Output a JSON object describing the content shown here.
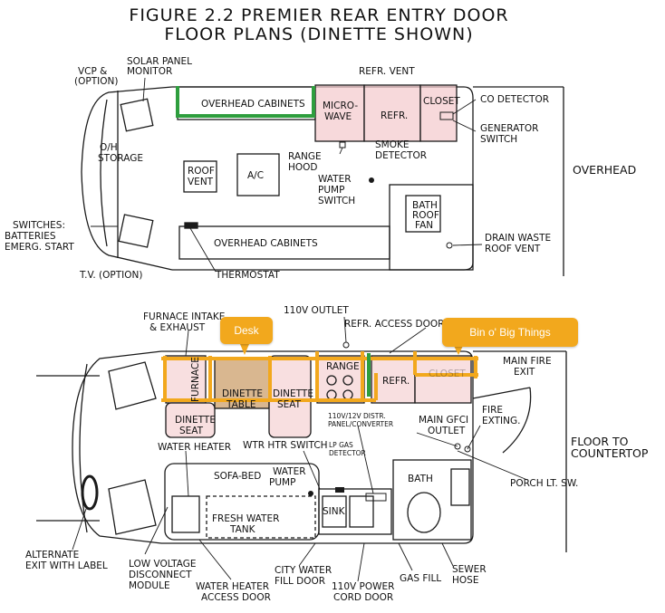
{
  "title_line1": "FIGURE 2.2   PREMIER REAR ENTRY DOOR",
  "title_line2": "FLOOR PLANS (DINETTE SHOWN)",
  "overhead": {
    "section_label": "OVERHEAD",
    "vcp_1": "VCP &",
    "vcp_2": "(OPTION)",
    "solar_1": "SOLAR PANEL",
    "solar_2": "MONITOR",
    "oh_storage_1": "O/H",
    "oh_storage_2": "STORAGE",
    "overhead_cabinets_top": "OVERHEAD CABINETS",
    "microwave_1": "MICRO-",
    "microwave_2": "WAVE",
    "refr": "REFR.",
    "closet": "CLOSET",
    "refr_vent": "REFR. VENT",
    "co_detector": "CO DETECTOR",
    "generator_1": "GENERATOR",
    "generator_2": "SWITCH",
    "range_hood_1": "RANGE",
    "range_hood_2": "HOOD",
    "smoke_1": "SMOKE",
    "smoke_2": "DETECTOR",
    "water_pump_1": "WATER",
    "water_pump_2": "PUMP",
    "water_pump_3": "SWITCH",
    "roof_vent_1": "ROOF",
    "roof_vent_2": "VENT",
    "ac": "A/C",
    "bath_fan_1": "BATH",
    "bath_fan_2": "ROOF",
    "bath_fan_3": "FAN",
    "switches_1": "SWITCHES:",
    "switches_2": "BATTERIES",
    "switches_3": "EMERG. START",
    "overhead_cabinets_bottom": "OVERHEAD CABINETS",
    "drain_1": "DRAIN WASTE",
    "drain_2": "ROOF VENT",
    "tv": "T.V. (OPTION)",
    "thermostat": "THERMOSTAT"
  },
  "floor": {
    "section_label_1": "FLOOR TO",
    "section_label_2": "COUNTERTOP",
    "furnace_1": "FURNACE INTAKE",
    "furnace_2": "& EXHAUST",
    "outlet_110v": "110V OUTLET",
    "refr_access": "REFR. ACCESS DOOR",
    "main_fire_1": "MAIN FIRE",
    "main_fire_2": "EXIT",
    "furnace_box": "FURNACE",
    "dinette_table_1": "DINETTE",
    "dinette_table_2": "TABLE",
    "dinette_seat_right_1": "DINETTE",
    "dinette_seat_right_2": "SEAT",
    "range": "RANGE",
    "refr": "REFR.",
    "closet": "CLOSET",
    "dinette_seat_left_1": "DINETTE",
    "dinette_seat_left_2": "SEAT",
    "panel_1": "110V/12V DISTR.",
    "panel_2": "PANEL/CONVERTER",
    "gfci_1": "MAIN GFCI",
    "gfci_2": "OUTLET",
    "fire_ext_1": "FIRE",
    "fire_ext_2": "EXTING.",
    "water_heater": "WATER HEATER",
    "wtr_htr_switch": "WTR HTR SWITCH",
    "lp_gas_1": "LP GAS",
    "lp_gas_2": "DETECTOR",
    "sofa_bed": "SOFA-BED",
    "water_pump_1": "WATER",
    "water_pump_2": "PUMP",
    "bath": "BATH",
    "porch": "PORCH LT. SW.",
    "fresh_water_1": "FRESH WATER",
    "fresh_water_2": "TANK",
    "sink": "SINK",
    "alt_exit_1": "ALTERNATE",
    "alt_exit_2": "EXIT WITH LABEL",
    "low_voltage_1": "LOW VOLTAGE",
    "low_voltage_2": "DISCONNECT",
    "low_voltage_3": "MODULE",
    "wh_access_1": "WATER HEATER",
    "wh_access_2": "ACCESS DOOR",
    "city_water_1": "CITY WATER",
    "city_water_2": "FILL DOOR",
    "power_cord_1": "110V POWER",
    "power_cord_2": "CORD DOOR",
    "gas_fill": "GAS FILL",
    "sewer_1": "SEWER",
    "sewer_2": "HOSE"
  },
  "callouts": {
    "desk": "Desk",
    "bin": "Bin o' Big Things"
  },
  "colors": {
    "line": "#1a1a1a",
    "highlight_pink": "#f3c9cc",
    "desk_fill": "#d9b790",
    "orange": "#f2a81d",
    "green": "#2e9e3e"
  }
}
